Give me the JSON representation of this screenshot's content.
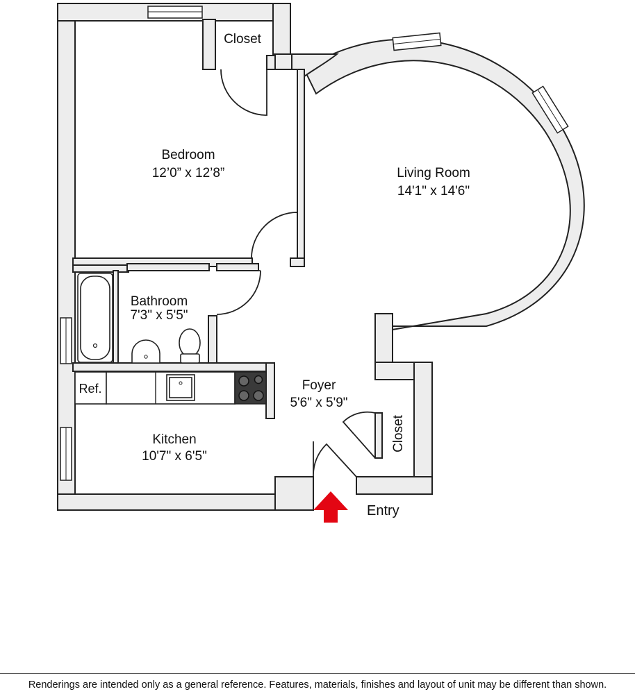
{
  "rooms": {
    "bedroom": {
      "name": "Bedroom",
      "dims": "12’0” x 12’8”"
    },
    "living_room": {
      "name": "Living Room",
      "dims": "14'1\" x 14'6\""
    },
    "bathroom": {
      "name": "Bathroom",
      "dims": "7'3\" x 5'5\""
    },
    "foyer": {
      "name": "Foyer",
      "dims": "5'6\" x 5'9\""
    },
    "kitchen": {
      "name": "Kitchen",
      "dims": "10'7\" x 6'5\""
    },
    "bedroom_closet": {
      "name": "Closet"
    },
    "foyer_closet": {
      "name": "Closet"
    }
  },
  "appliances": {
    "refrigerator": "Ref."
  },
  "entry": {
    "label": "Entry",
    "arrow_color": "#e30613"
  },
  "colors": {
    "wall_fill": "#ededed",
    "wall_stroke": "#222222"
  },
  "disclaimer": "Renderings are intended only as a general reference. Features, materials, finishes and layout of unit may be different than shown."
}
